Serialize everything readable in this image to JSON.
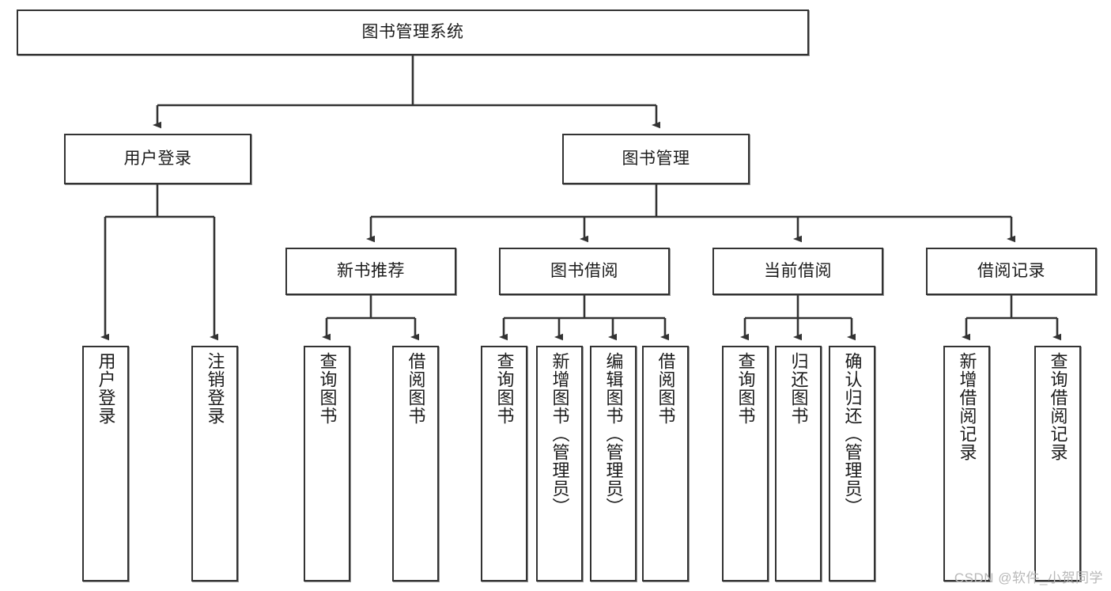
{
  "diagram": {
    "title": "图书管理系统",
    "root": {
      "label": "图书管理系统"
    },
    "level2": [
      {
        "label": "用户登录"
      },
      {
        "label": "图书管理"
      }
    ],
    "level3": [
      {
        "label": "新书推荐"
      },
      {
        "label": "图书借阅"
      },
      {
        "label": "当前借阅"
      },
      {
        "label": "借阅记录"
      }
    ],
    "leaves": {
      "user_login": [
        {
          "label": "用户登录"
        },
        {
          "label": "注销登录"
        }
      ],
      "new_book_recommend": [
        {
          "label": "查询图书"
        },
        {
          "label": "借阅图书"
        }
      ],
      "book_borrow": [
        {
          "label": "查询图书"
        },
        {
          "label": "新增图书（管理员）"
        },
        {
          "label": "编辑图书（管理员）"
        },
        {
          "label": "借阅图书"
        }
      ],
      "current_borrow": [
        {
          "label": "查询图书"
        },
        {
          "label": "归还图书"
        },
        {
          "label": "确认归还（管理员）"
        }
      ],
      "borrow_record": [
        {
          "label": "新增借阅记录"
        },
        {
          "label": "查询借阅记录"
        }
      ]
    }
  },
  "watermark": {
    "text": "CSDN @软件_小贺同学"
  },
  "colors": {
    "background": "#ffffff",
    "box_border": "#333333",
    "line": "#333333",
    "text": "#1c1c1c",
    "watermark": "#b8b8b8"
  }
}
